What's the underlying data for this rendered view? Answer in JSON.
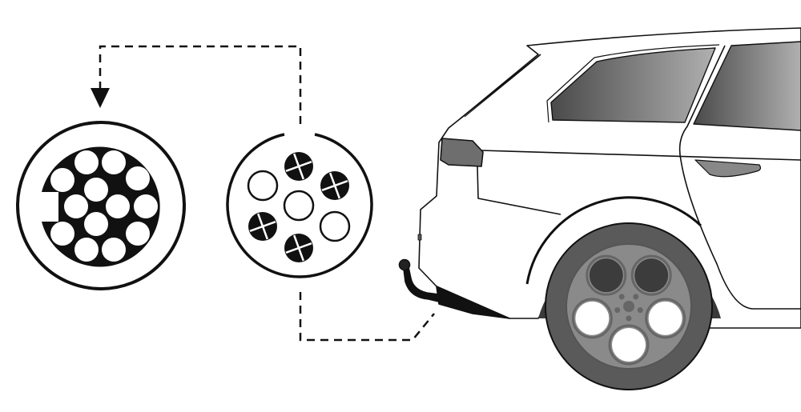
{
  "colors": {
    "background": "#ffffff",
    "line": "#111111",
    "glass_dark": "#555555",
    "glass_light": "#a8a8a8",
    "tire": "#3a3a3a",
    "rim": "#8a8a8a",
    "rim_hole": "#3c3c3c",
    "taillight": "#6e6e6e"
  },
  "illustration": {
    "left_connector": {
      "type": "13-pin socket",
      "pins": 13
    },
    "right_connector": {
      "type": "7-pin plug",
      "pins": 7,
      "open_pins": 3,
      "crossed_pins": 4
    },
    "arrow": "arrow-down-icon",
    "vehicle": "car-rear-with-tow-hitch"
  }
}
